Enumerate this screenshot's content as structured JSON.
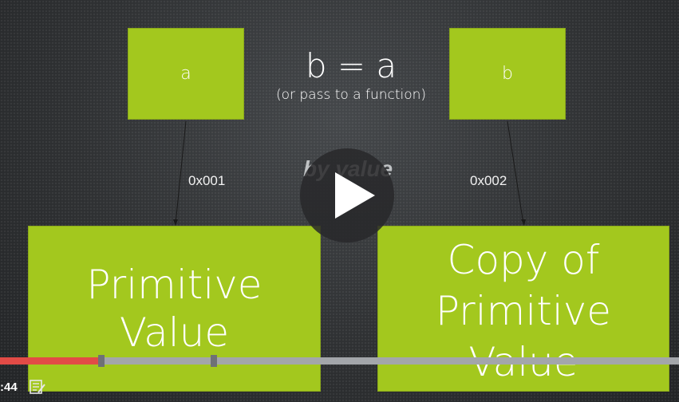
{
  "slide": {
    "box_a_label": "a",
    "box_b_label": "b",
    "assignment": "b = a",
    "assignment_sub": "(or pass to a function)",
    "address_a": "0x001",
    "address_b": "0x002",
    "by_value": "by value",
    "primitive_text": "Primitive\nValue",
    "copy_text": "Copy of\nPrimitive\nValue"
  },
  "player": {
    "play_icon": "play-icon",
    "progress_fraction": 0.145,
    "time_text": ":44",
    "notes_icon": "notes-icon",
    "colors": {
      "played": "#e24b46",
      "track": "#a3a6aa",
      "box": "#a3c81e"
    }
  }
}
